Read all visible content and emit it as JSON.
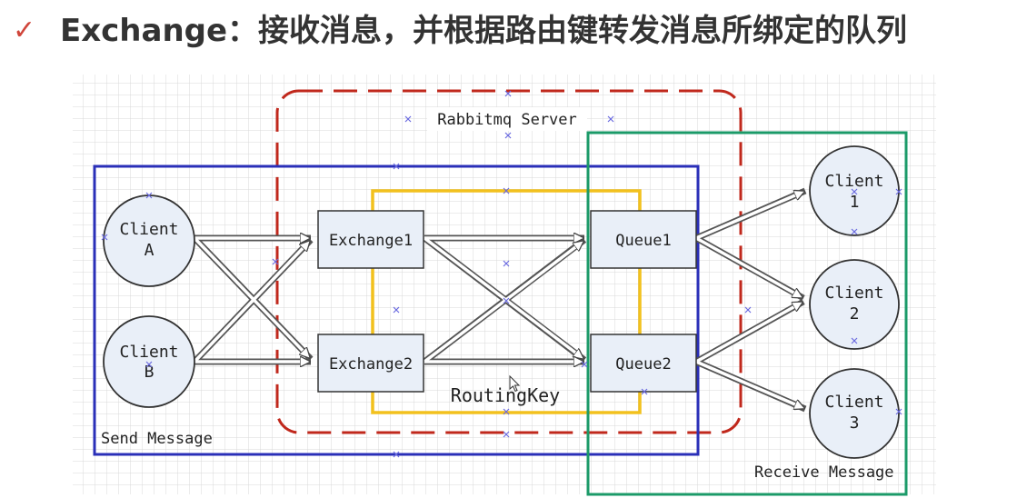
{
  "header": {
    "check_glyph": "✓",
    "title": "Exchange：接收消息，并根据路由键转发消息所绑定的队列"
  },
  "diagram": {
    "server_label": "Rabbitmq Server",
    "send_label": "Send Message",
    "receive_label": "Receive Message",
    "routing_label": "RoutingKey",
    "producers": [
      {
        "line1": "Client",
        "line2": "A"
      },
      {
        "line1": "Client",
        "line2": "B"
      }
    ],
    "exchanges": [
      "Exchange1",
      "Exchange2"
    ],
    "queues": [
      "Queue1",
      "Queue2"
    ],
    "consumers": [
      {
        "line1": "Client",
        "line2": "1"
      },
      {
        "line1": "Client",
        "line2": "2"
      },
      {
        "line1": "Client",
        "line2": "3"
      }
    ],
    "colors": {
      "send_border": "#2a2fb8",
      "server_border": "#c0281c",
      "routing_border": "#f2c11d",
      "receive_border": "#1b9a68",
      "node_fill": "#e9eff8",
      "grid": "#d8d8d8",
      "check": "#d0453a"
    }
  }
}
